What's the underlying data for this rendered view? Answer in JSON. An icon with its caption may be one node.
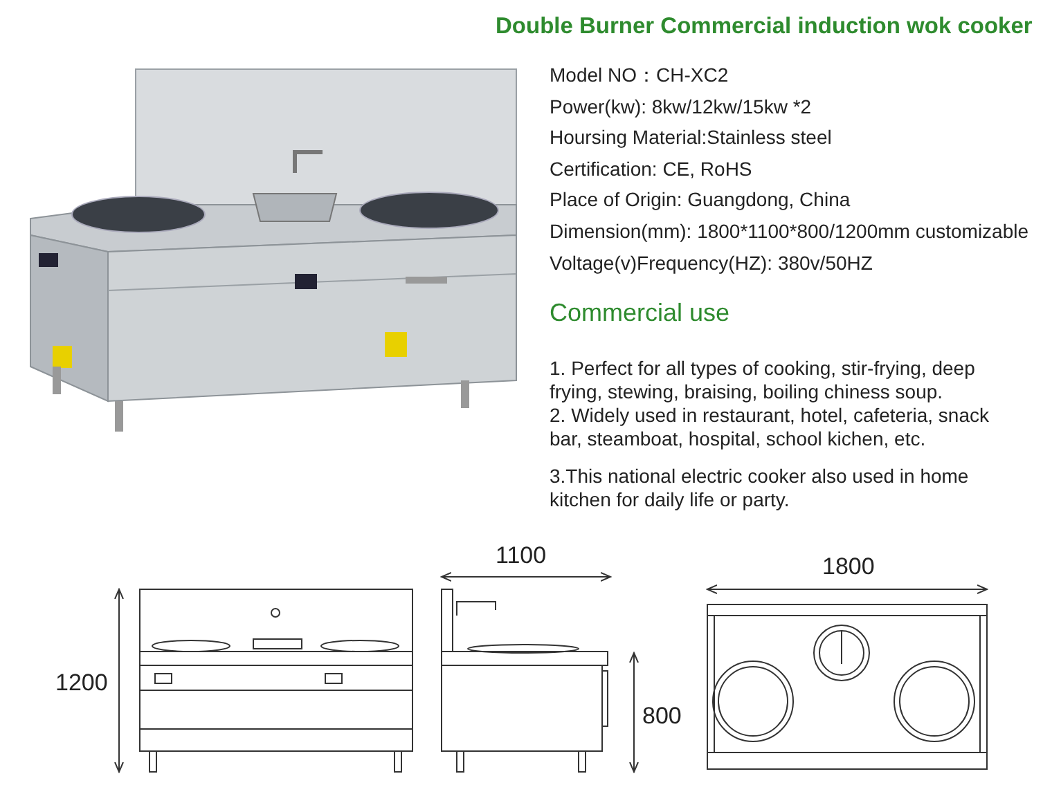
{
  "diagram": {
    "title": "Double Burner Commercial induction wok cooker",
    "labels": [
      "Model NO：CH-XC2",
      "Power(kw): 8kw/12kw/15kw  *2",
      "Hoursing Material:Stainless steel",
      "Certification: CE, RoHS",
      "Place of Origin: Guangdong, China",
      "Dimension(mm): 1800*1100*800/1200mm customizable",
      "Voltage(v)Frequency(HZ): 380v/50HZ",
      "Commercial use",
      "1. Perfect for all types of cooking, stir-frying, deep frying, stewing, braising, boiling chiness soup.",
      "2. Widely used in restaurant, hotel, cafeteria, snack bar, steamboat, hospital, school kichen, etc.",
      "3.This national electric cooker also used in home kitchen for daily life or party.",
      "1100",
      "1800",
      "1200",
      "800"
    ]
  }
}
